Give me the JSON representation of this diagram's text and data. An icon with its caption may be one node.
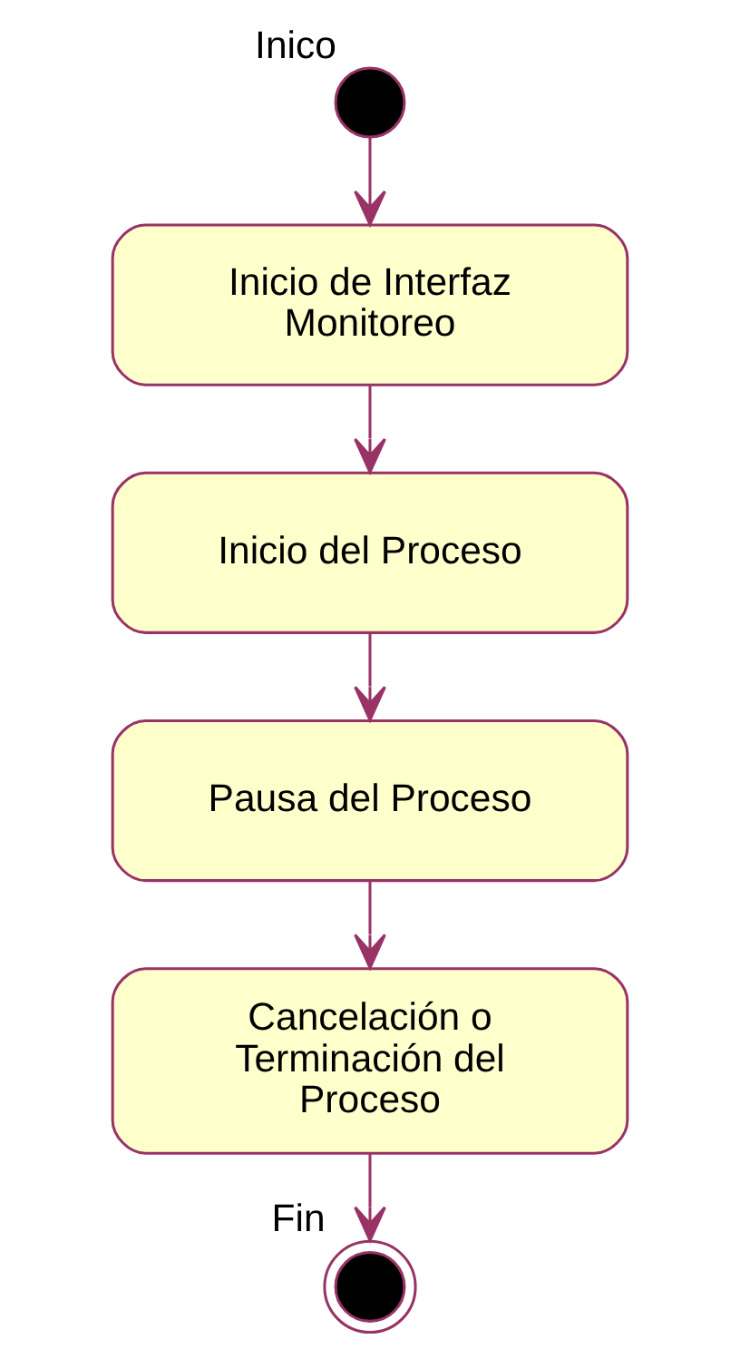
{
  "diagram": {
    "nodes": [
      {
        "text": [],
        "shape": "circle",
        "beside": [
          "Inico"
        ]
      },
      {
        "text": [
          "Inicio de Interfaz Monitoreo"
        ]
      },
      {
        "text": [
          "Inicio del Proceso"
        ]
      },
      {
        "text": [
          "Pausa del Proceso"
        ]
      },
      {
        "text": [
          "Cancelación o Terminación del Proceso"
        ]
      },
      {
        "text": [],
        "shape": "bullseye",
        "beside": [
          "Fin"
        ]
      }
    ],
    "edges": [
      {
        "from": 0,
        "to": 1,
        "arrow": "to"
      },
      {
        "from": 1,
        "to": 2,
        "arrow": "to"
      },
      {
        "from": 2,
        "to": 3,
        "arrow": "to"
      },
      {
        "from": 3,
        "to": 4,
        "arrow": "to"
      },
      {
        "from": 4,
        "to": 5,
        "arrow": "to"
      }
    ]
  }
}
